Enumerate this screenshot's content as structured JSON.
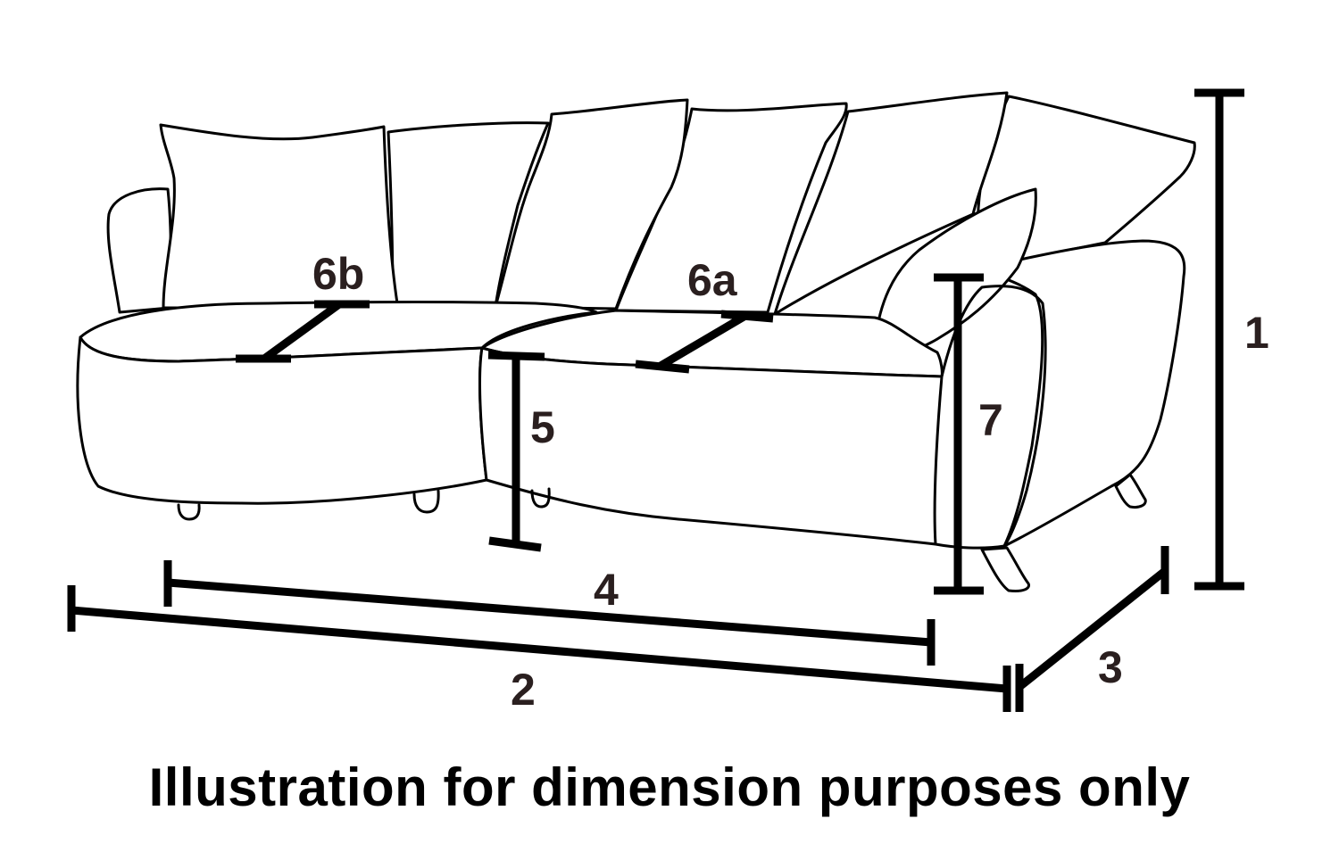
{
  "labels": {
    "d1": "1",
    "d2": "2",
    "d3": "3",
    "d4": "4",
    "d5": "5",
    "d6a": "6a",
    "d6b": "6b",
    "d7": "7"
  },
  "caption": "Illustration for dimension purposes only",
  "colors": {
    "line": "#000000",
    "label": "#2a1f1f",
    "background": "#ffffff"
  }
}
